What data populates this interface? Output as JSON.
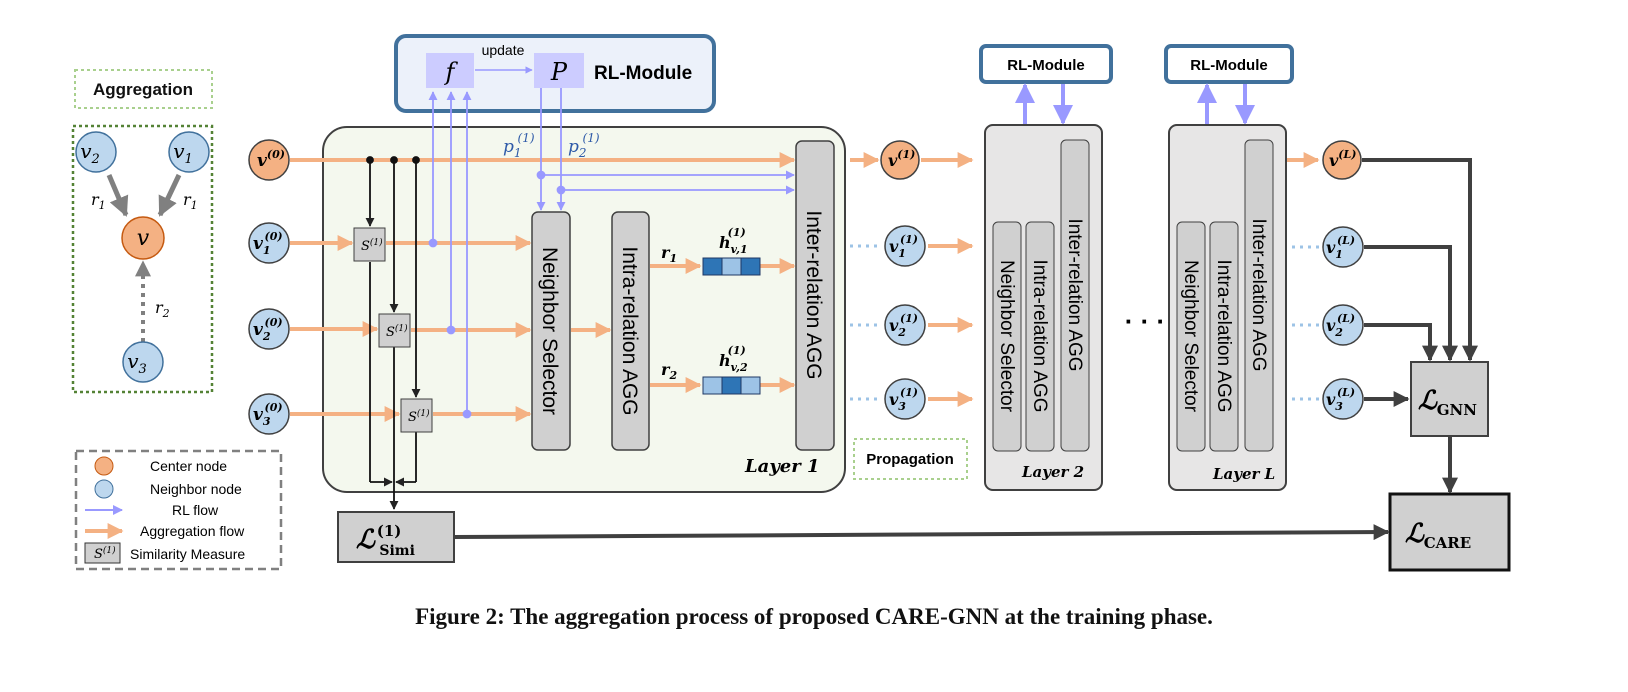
{
  "caption": "Figure 2: The aggregation process of proposed CARE-GNN at the training phase.",
  "aggregation": {
    "title": "Aggregation",
    "center": {
      "base": "v"
    },
    "neighbors": [
      {
        "base": "v",
        "sub": "2"
      },
      {
        "base": "v",
        "sub": "1"
      },
      {
        "base": "v",
        "sub": "3"
      }
    ],
    "edges": [
      {
        "base": "r",
        "sub": "1"
      },
      {
        "base": "r",
        "sub": "1"
      },
      {
        "base": "r",
        "sub": "2"
      }
    ]
  },
  "legend": {
    "center_node": "Center node",
    "neighbor_node": "Neighbor node",
    "rl_flow": "RL flow",
    "aggregation_flow": "Aggregation flow",
    "similarity": "Similarity Measure",
    "similarity_symbol": {
      "base": "S",
      "sup": "(1)"
    }
  },
  "rl_module": {
    "title": "RL-Module",
    "f": "f",
    "p": "P",
    "update": "update",
    "p1": {
      "base": "p",
      "sub": "1",
      "sup": "(1)"
    },
    "p2": {
      "base": "p",
      "sub": "2",
      "sup": "(1)"
    }
  },
  "layer1": {
    "label": "Layer 1",
    "inputs": [
      {
        "base": "v",
        "sup": "(0)"
      },
      {
        "base": "v",
        "sub": "1",
        "sup": "(0)"
      },
      {
        "base": "v",
        "sub": "2",
        "sup": "(0)"
      },
      {
        "base": "v",
        "sub": "3",
        "sup": "(0)"
      }
    ],
    "sim": {
      "base": "S",
      "sup": "(1)"
    },
    "neighbor_selector": "Neighbor Selector",
    "intra_agg": "Intra-relation AGG",
    "inter_agg": "Inter-relation AGG",
    "r1": {
      "base": "r",
      "sub": "1"
    },
    "r2": {
      "base": "r",
      "sub": "2"
    },
    "h1": {
      "base": "h",
      "sub": "v,1",
      "sup": "(1)"
    },
    "h2": {
      "base": "h",
      "sub": "v,2",
      "sup": "(1)"
    }
  },
  "layer1_outputs": [
    {
      "base": "v",
      "sup": "(1)"
    },
    {
      "base": "v",
      "sub": "1",
      "sup": "(1)"
    },
    {
      "base": "v",
      "sub": "2",
      "sup": "(1)"
    },
    {
      "base": "v",
      "sub": "3",
      "sup": "(1)"
    }
  ],
  "propagation": "Propagation",
  "layer2": {
    "label": "Layer 2",
    "rl_module": "RL-Module",
    "neighbor_selector": "Neighbor Selector",
    "intra_agg": "Intra-relation AGG",
    "inter_agg": "Inter-relation AGG"
  },
  "ellipsis": "· · ·",
  "layerL": {
    "label": "Layer L",
    "rl_module": "RL-Module",
    "neighbor_selector": "Neighbor Selector",
    "intra_agg": "Intra-relation AGG",
    "inter_agg": "Inter-relation AGG"
  },
  "final_outputs": [
    {
      "base": "v",
      "sup": "(L)"
    },
    {
      "base": "v",
      "sub": "1",
      "sup": "(L)"
    },
    {
      "base": "v",
      "sub": "2",
      "sup": "(L)"
    },
    {
      "base": "v",
      "sub": "3",
      "sup": "(L)"
    }
  ],
  "loss_simi": {
    "base": "ℒ",
    "sup": "(1)",
    "sub": "Simi"
  },
  "loss_gnn": {
    "base": "ℒ",
    "sub": "GNN"
  },
  "loss_care": {
    "base": "ℒ",
    "sub": "CARE"
  },
  "colors": {
    "center": "#f4b183",
    "neighbor": "#bdd7ee",
    "rl": "#9999ff",
    "agg": "#f4b183",
    "box": "#d0d0d0",
    "module_border": "#41719c",
    "dark": "#404040",
    "green_dot": "#548235"
  }
}
